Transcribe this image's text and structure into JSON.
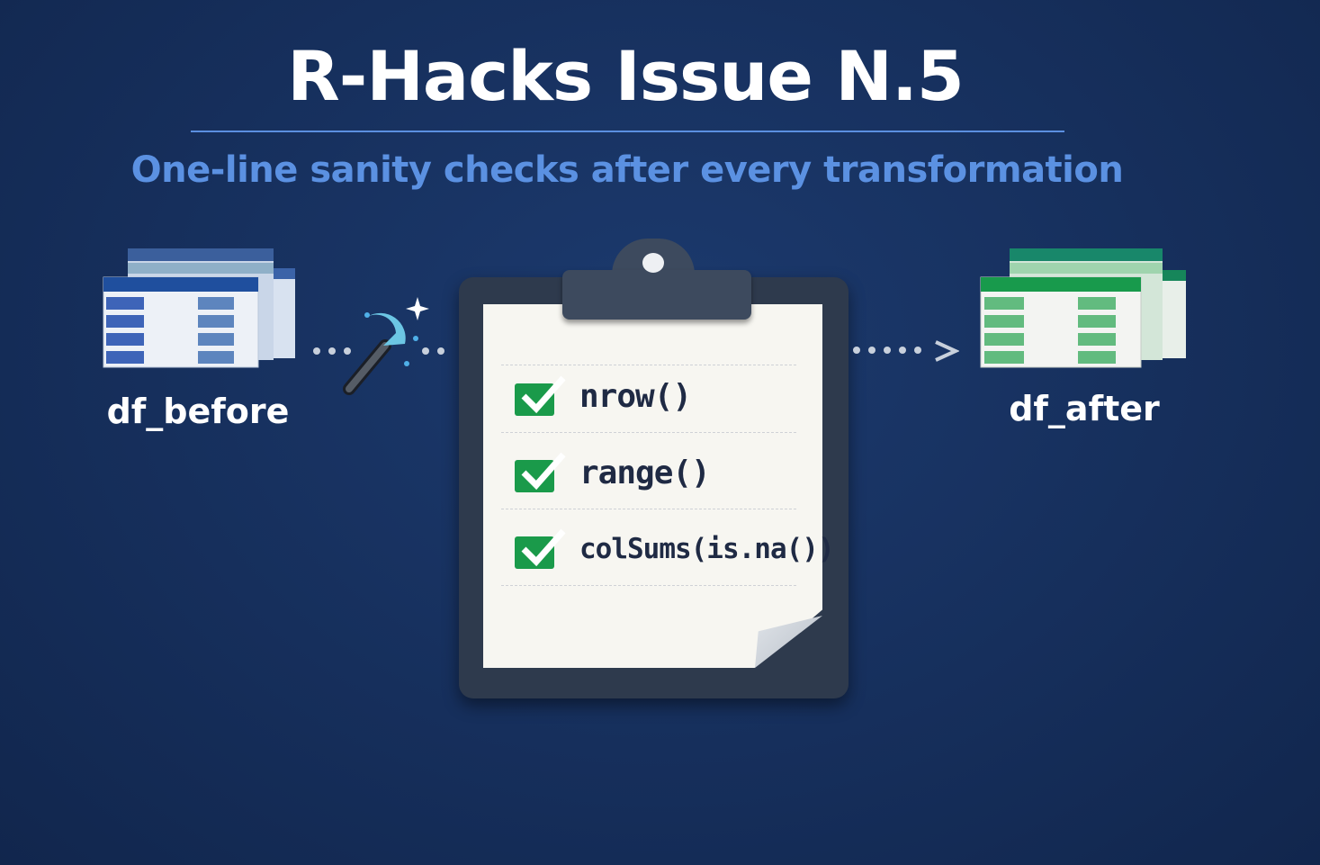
{
  "header": {
    "title": "R-Hacks Issue N.5",
    "subtitle": "One-line sanity checks after every transformation"
  },
  "left": {
    "label": "df_before",
    "icon": "table-stack-icon",
    "color": "#3b63b8"
  },
  "right": {
    "label": "df_after",
    "icon": "table-stack-icon",
    "color": "#1a9a4a"
  },
  "checklist": {
    "items": [
      {
        "label": "nrow()",
        "checked": true
      },
      {
        "label": "range()",
        "checked": true
      },
      {
        "label": "colSums(is.na())",
        "checked": true
      }
    ]
  },
  "colors": {
    "background": "#162f5c",
    "accent": "#5b91e2",
    "check": "#1a9a4a"
  }
}
